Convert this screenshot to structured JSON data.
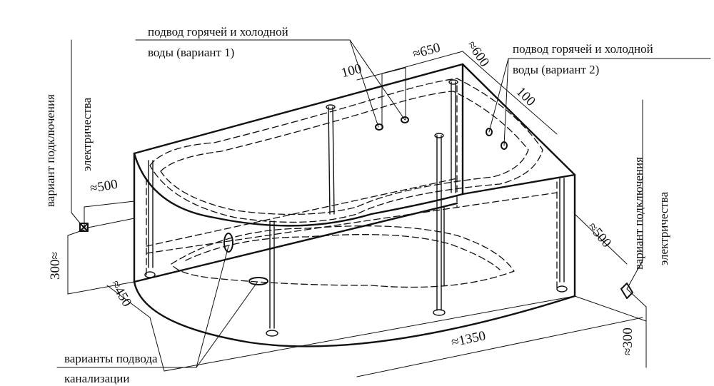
{
  "diagram": {
    "type": "technical-installation-drawing",
    "subject": "corner bathtub with frame, legs and connection points"
  },
  "labels": {
    "water_v1_line1": "подвод горячей и холодной",
    "water_v1_line2": "воды (вариант 1)",
    "water_v2_line1": "подвод горячей и холодной",
    "water_v2_line2": "воды (вариант 2)",
    "elec_left_line1": "вариант подключения",
    "elec_left_line2": "электричества",
    "elec_right_line1": "вариант подключения",
    "elec_right_line2": "электричества",
    "drain_line1": "варианты подвода",
    "drain_line2": "канализации"
  },
  "dimensions": {
    "top_650": "≈650",
    "top_600": "≈600",
    "water1_100": "100",
    "water2_100": "100",
    "left_500": "≈500",
    "left_300": "300≈",
    "left_450": "≈450",
    "right_500": "≈500",
    "right_300": "≈300",
    "bottom_1350": "≈1350"
  },
  "colors": {
    "line": "#111111",
    "background": "#ffffff"
  }
}
